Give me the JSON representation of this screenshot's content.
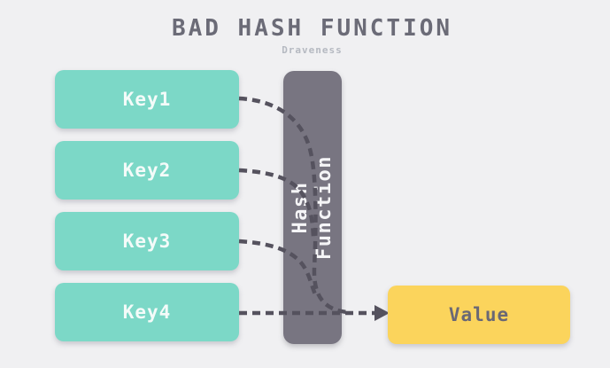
{
  "title": {
    "text": "BAD HASH FUNCTION",
    "subtitle": "Draveness"
  },
  "keys": [
    {
      "label": "Key1"
    },
    {
      "label": "Key2"
    },
    {
      "label": "Key3"
    },
    {
      "label": "Key4"
    }
  ],
  "hash_function": {
    "label_line1": "Hash",
    "label_line2": "Function"
  },
  "value": {
    "label": "Value"
  },
  "mappings": [
    {
      "from": "Key1",
      "to": "Value"
    },
    {
      "from": "Key2",
      "to": "Value"
    },
    {
      "from": "Key3",
      "to": "Value"
    },
    {
      "from": "Key4",
      "to": "Value"
    }
  ],
  "colors": {
    "background": "#f0f0f2",
    "key_box": "#7cd8c7",
    "hash_bar": "#787581",
    "value_box": "#fbd45c",
    "connector": "#55525e",
    "title_text": "#6b6b77",
    "subtitle_text": "#b5b9c1",
    "key_text": "#f4fbf9",
    "value_text": "#6a6875"
  }
}
